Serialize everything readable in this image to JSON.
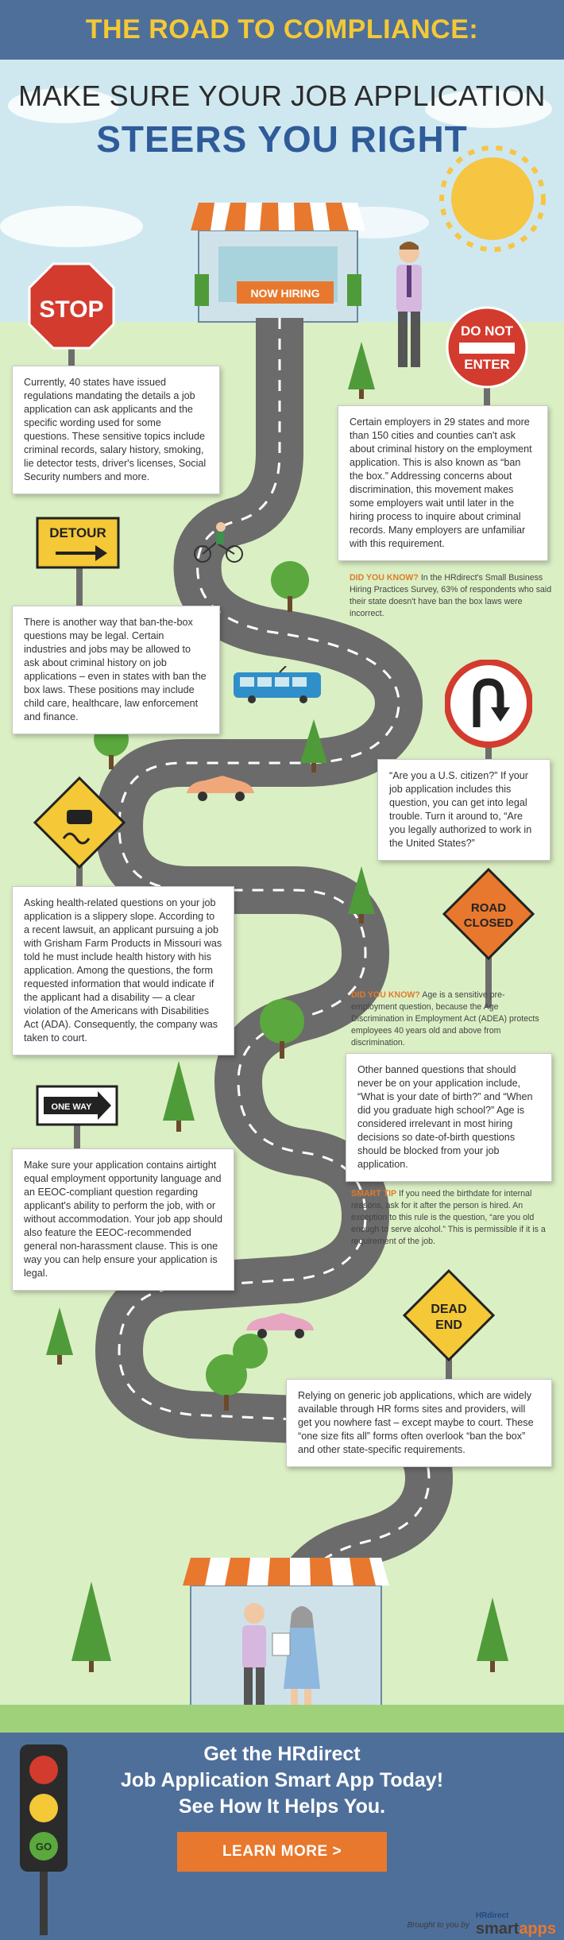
{
  "header": {
    "title": "THE ROAD TO COMPLIANCE:"
  },
  "hero": {
    "line1": "MAKE SURE YOUR JOB APPLICATION",
    "line2": "STEERS YOU RIGHT",
    "banner": "NOW HIRING"
  },
  "signs": {
    "stop": "STOP",
    "do_not_line1": "DO NOT",
    "do_not_line2": "ENTER",
    "detour": "DETOUR",
    "road_closed_line1": "ROAD",
    "road_closed_line2": "CLOSED",
    "one_way": "ONE WAY",
    "dead_end_line1": "DEAD",
    "dead_end_line2": "END",
    "go": "GO"
  },
  "cards": {
    "c1": "Currently, 40 states have issued regulations mandating the details a job application can ask applicants and the specific wording used for some questions. These sensitive topics include criminal records, salary history, smoking, lie detector tests, driver's licenses, Social Security numbers and more.",
    "c2": "Certain employers in 29 states and more than 150 cities and counties can't ask about criminal history on the employment application. This is also known as “ban the box.” Addressing concerns about discrimination, this movement makes some employers wait until later in the hiring process to inquire about criminal records. Many employers are unfamiliar with this requirement.",
    "c3": "There is another way  that ban-the-box questions may be legal. Certain industries and jobs may be allowed to ask about criminal history on job applications – even in states with ban the box laws. These positions may include child care, healthcare, law enforcement and finance.",
    "c4": "“Are you a U.S. citizen?” If your job application includes this question, you can get into legal trouble. Turn it around to, “Are you legally authorized to work in the United States?”",
    "c5": "Asking health-related questions on your job application is a slippery slope. According to a recent lawsuit, an applicant pursuing a job with Grisham Farm Products in Missouri was told he must include health history with his application. Among the questions, the form requested information that would indicate if the applicant had a disability — a clear violation of the Americans with Disabilities Act (ADA). Consequently, the company was taken to court.",
    "c6": "Other banned questions that should never be on your application include, “What is your date of birth?” and “When did you graduate high school?” Age is considered irrelevant in most hiring decisions so date-of-birth questions should be blocked from your job application.",
    "c7": "Make sure your application contains airtight equal employment opportunity language and an EEOC-compliant question regarding applicant's ability to perform the job, with or without accommodation. Your job app should also feature the EEOC-recommended general non-harassment clause. This is one way you can help ensure your application is legal.",
    "c8": "Relying on generic job applications, which are widely available through HR forms sites and providers, will get you nowhere fast – except maybe to court. These “one size fits all” forms often overlook “ban the box” and other state-specific requirements."
  },
  "notes": {
    "n1_label": "DID YOU KNOW?",
    "n1_text": " In the HRdirect's Small Business Hiring Practices Survey, 63% of respondents who said their state doesn't have ban the box laws were incorrect.",
    "n2_label": "DID YOU KNOW?",
    "n2_text": " Age is a sensitive pre-employment question, because the Age Discrimination in Employment Act (ADEA) protects employees 40 years old and above from discrimination.",
    "n3_label": "SMART TIP",
    "n3_text": " If you need the birthdate for internal reasons, ask for it after the person is hired. An exception to this rule is the question, “are you old enough to serve alcohol.” This is permissible if it is a requirement of the job."
  },
  "footer": {
    "line1": "Get the HRdirect",
    "line2": "Job Application Smart App Today!",
    "line3": "See How It Helps You.",
    "button": "LEARN MORE >",
    "brought": "Brought to you by",
    "brand_top": "HRdirect",
    "brand_smart": "smart",
    "brand_apps": "apps"
  },
  "colors": {
    "header_bg": "#4e6f9a",
    "title_yellow": "#f4c836",
    "hero_blue": "#2f5b99",
    "button_orange": "#e8782d",
    "road": "#6b6b6b",
    "grass": "#dbefc4"
  }
}
